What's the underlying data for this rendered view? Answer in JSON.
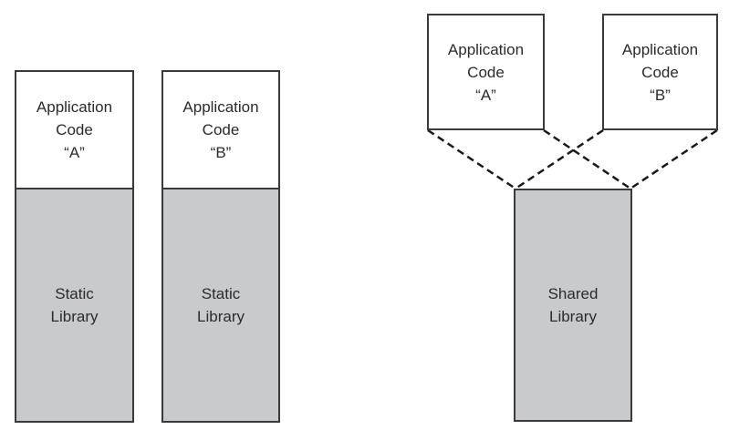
{
  "colors": {
    "background": "#ffffff",
    "box_border": "#3a3a3a",
    "library_fill": "#c9cacc",
    "text": "#2b2b2b",
    "dashed_line": "#1a1a1a"
  },
  "left_panel": {
    "stacks": [
      {
        "app_code_lines": [
          "Application",
          "Code",
          "“A”"
        ],
        "library_lines": [
          "Static",
          "Library"
        ]
      },
      {
        "app_code_lines": [
          "Application",
          "Code",
          "“B”"
        ],
        "library_lines": [
          "Static",
          "Library"
        ]
      }
    ]
  },
  "right_panel": {
    "app_boxes": [
      {
        "lines": [
          "Application",
          "Code",
          "“A”"
        ]
      },
      {
        "lines": [
          "Application",
          "Code",
          "“B”"
        ]
      }
    ],
    "shared_library_lines": [
      "Shared",
      "Library"
    ]
  }
}
